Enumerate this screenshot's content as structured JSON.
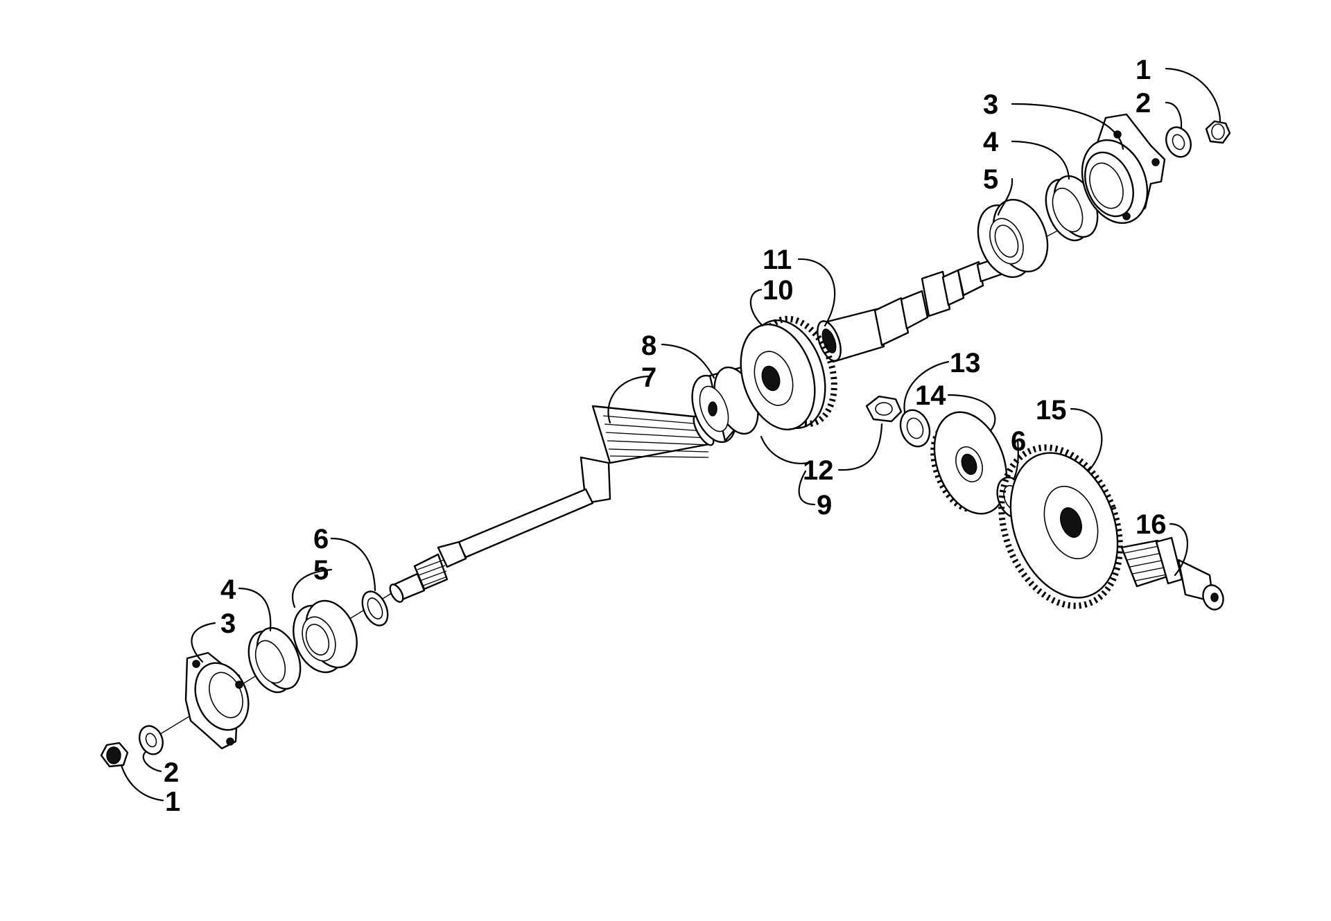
{
  "diagram": {
    "callouts": [
      {
        "id": "c1a",
        "text": "1"
      },
      {
        "id": "c2a",
        "text": "2"
      },
      {
        "id": "c3a",
        "text": "3"
      },
      {
        "id": "c4a",
        "text": "4"
      },
      {
        "id": "c5a",
        "text": "5"
      },
      {
        "id": "c11",
        "text": "11"
      },
      {
        "id": "c10",
        "text": "10"
      },
      {
        "id": "c8",
        "text": "8"
      },
      {
        "id": "c7",
        "text": "7"
      },
      {
        "id": "c13",
        "text": "13"
      },
      {
        "id": "c14",
        "text": "14"
      },
      {
        "id": "c15",
        "text": "15"
      },
      {
        "id": "c6a",
        "text": "6"
      },
      {
        "id": "c12",
        "text": "12"
      },
      {
        "id": "c9",
        "text": "9"
      },
      {
        "id": "c16",
        "text": "16"
      },
      {
        "id": "c6b",
        "text": "6"
      },
      {
        "id": "c5b",
        "text": "5"
      },
      {
        "id": "c4b",
        "text": "4"
      },
      {
        "id": "c3b",
        "text": "3"
      },
      {
        "id": "c2b",
        "text": "2"
      },
      {
        "id": "c1b",
        "text": "1"
      }
    ]
  }
}
